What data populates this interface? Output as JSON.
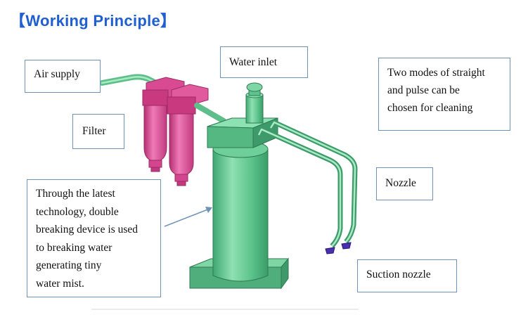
{
  "heading": {
    "open_bracket": "【",
    "title": "Working Principle",
    "close_bracket": "】"
  },
  "labels": {
    "air_supply": "Air supply",
    "water_inlet": "Water inlet",
    "modes": [
      "Two modes of straight",
      "and pulse can be",
      "chosen for cleaning"
    ],
    "filter": "Filter",
    "nozzle": "Nozzle",
    "technology": [
      "Through the latest",
      "technology, double",
      "breaking device is used",
      "to breaking water",
      "generating tiny",
      "water mist."
    ],
    "suction_nozzle": "Suction nozzle"
  },
  "colors": {
    "title_blue": "#1f5fd1",
    "box_border": "#6f93b8",
    "body_green": "#5fc28c",
    "filter_magenta": "#d4458f",
    "nozzle_tip": "#4a2fb0"
  }
}
